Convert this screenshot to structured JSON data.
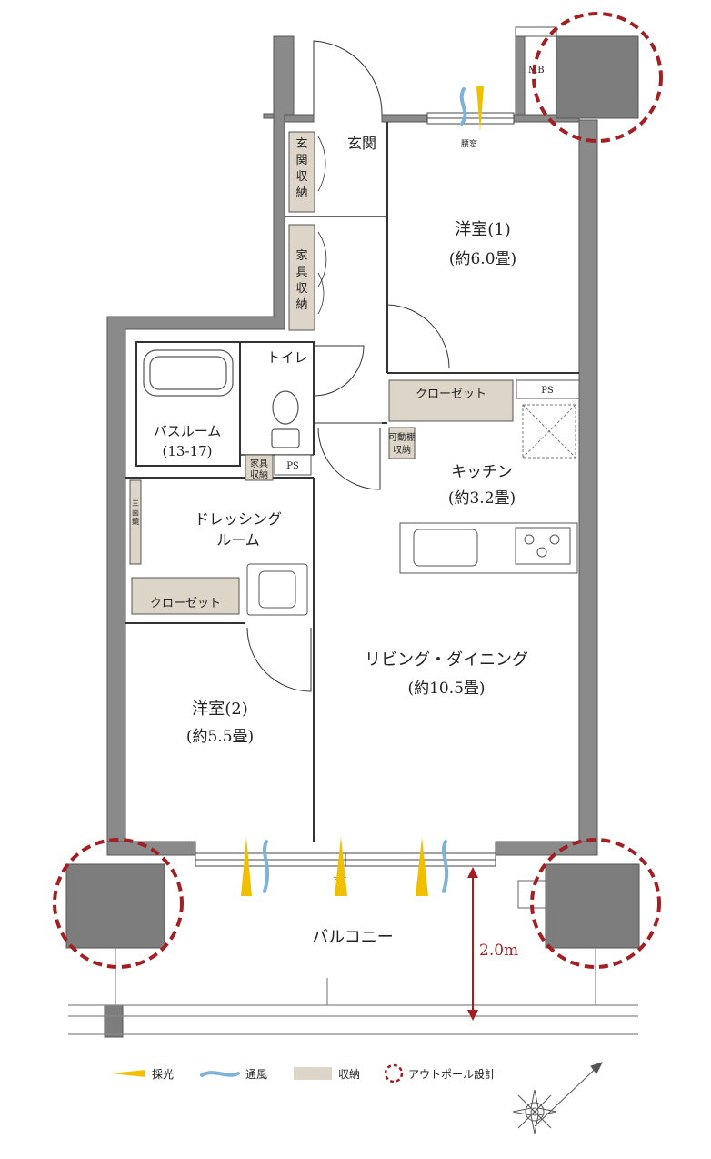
{
  "rooms": {
    "entrance": "玄関",
    "western1_name": "洋室(1)",
    "western1_size": "(約6.0畳)",
    "toilet": "トイレ",
    "bath_name": "バスルーム",
    "bath_size": "(13-17)",
    "dressing_line1": "ドレッシング",
    "dressing_line2": "ルーム",
    "kitchen_name": "キッチン",
    "kitchen_size": "(約3.2畳)",
    "living_name": "リビング・ダイニング",
    "living_size": "(約10.5畳)",
    "western2_name": "洋室(2)",
    "western2_size": "(約5.5畳)",
    "balcony": "バルコニー"
  },
  "storage": {
    "entrance_storage": [
      "玄",
      "関",
      "収",
      "納"
    ],
    "furniture_storage": [
      "家",
      "具",
      "収",
      "納"
    ],
    "closet1": "クローゼット",
    "closet2": "クローゼット",
    "movable_shelf_line1": "可動棚",
    "movable_shelf_line2": "収納",
    "small_furniture_line1": "家具",
    "small_furniture_line2": "収納",
    "three_mirror": [
      "三",
      "面",
      "鏡"
    ]
  },
  "labels": {
    "mb": "MB",
    "ps_top": "PS",
    "ps_bath": "PS",
    "waist_window": "腰窓",
    "fix": "FIX",
    "depth": "2.0m"
  },
  "legend": {
    "light": "採光",
    "wind": "通風",
    "storage": "収納",
    "outpole": "アウトポール設計"
  },
  "colors": {
    "wall": "#8a8a8a",
    "pillar": "#7d7d7d",
    "storage": "#ddd5c8",
    "light": "#f0c000",
    "wind": "#7fb2d8",
    "outpole": "#a21f23",
    "dimension": "#a21f23"
  }
}
